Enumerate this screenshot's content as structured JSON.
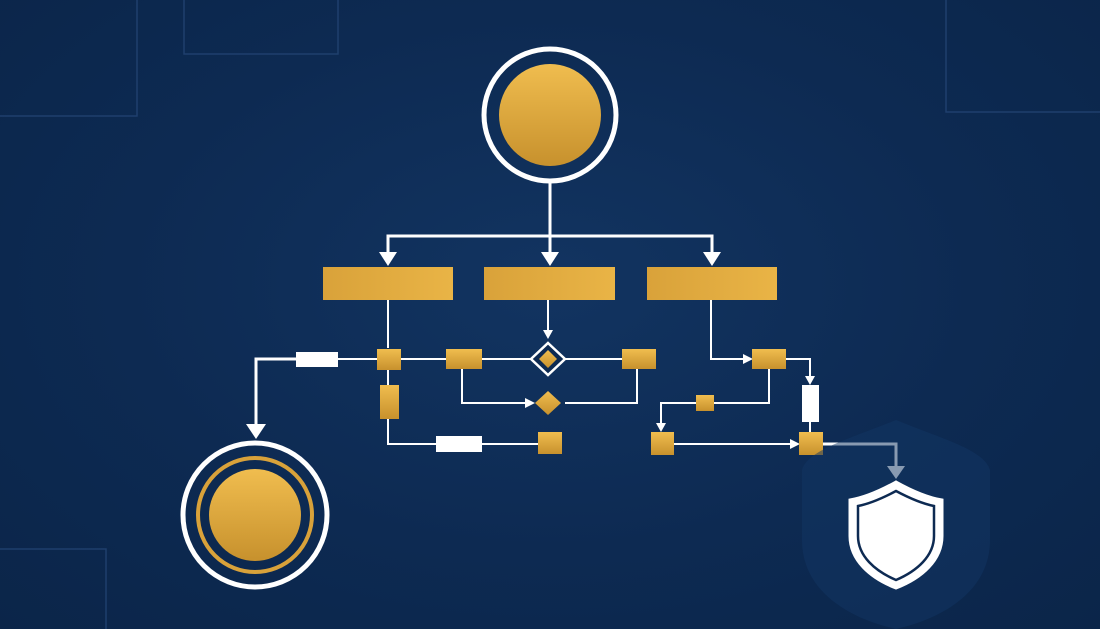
{
  "diagram": {
    "type": "flowchart",
    "colors": {
      "background": "#0d2a52",
      "node_fill": "#e2ac3f",
      "node_fill_dark": "#c7902c",
      "connector": "#ffffff",
      "frame_lines": "#1e3f6d",
      "shield_fill": "#ffffff"
    },
    "nodes": [
      {
        "id": "start",
        "shape": "circle"
      },
      {
        "id": "process-left",
        "shape": "rectangle"
      },
      {
        "id": "process-center",
        "shape": "rectangle"
      },
      {
        "id": "process-right",
        "shape": "rectangle"
      },
      {
        "id": "decision-1",
        "shape": "diamond"
      },
      {
        "id": "decision-2",
        "shape": "diamond"
      },
      {
        "id": "end",
        "shape": "double-circle"
      },
      {
        "id": "secure",
        "shape": "shield",
        "icon": "shield-icon"
      }
    ]
  }
}
